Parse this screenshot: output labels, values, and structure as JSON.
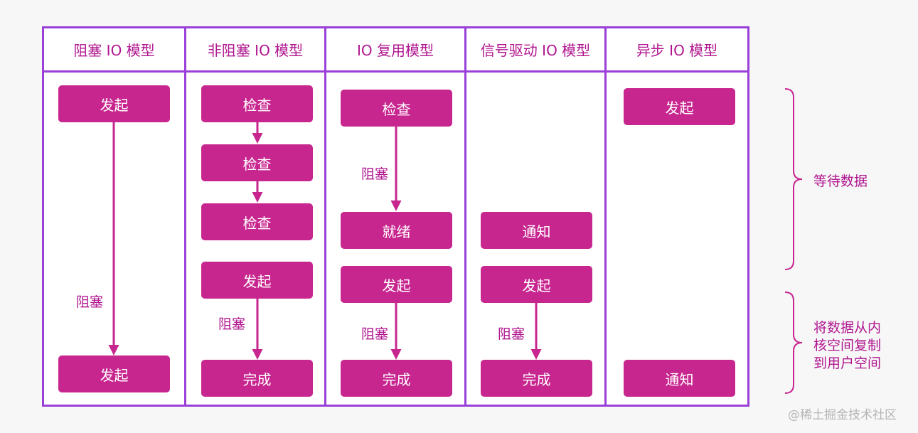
{
  "columns": [
    {
      "title": "阻塞 IO 模型",
      "boxes": [
        "发起",
        "发起"
      ],
      "labels": [
        "阻塞"
      ]
    },
    {
      "title": "非阻塞 IO 模型",
      "boxes": [
        "检查",
        "检查",
        "检查",
        "发起",
        "完成"
      ],
      "labels": [
        "阻塞"
      ]
    },
    {
      "title": "IO 复用模型",
      "boxes": [
        "检查",
        "就绪",
        "发起",
        "完成"
      ],
      "labels": [
        "阻塞",
        "阻塞"
      ]
    },
    {
      "title": "信号驱动 IO 模型",
      "boxes": [
        "通知",
        "发起",
        "完成"
      ],
      "labels": [
        "阻塞"
      ]
    },
    {
      "title": "异步 IO 模型",
      "boxes": [
        "发起",
        "通知"
      ],
      "labels": []
    }
  ],
  "phases": [
    {
      "label": "等待数据"
    },
    {
      "label_lines": [
        "将数据从内",
        "核空间复制",
        "到用户空间"
      ]
    }
  ],
  "watermark": "@稀土掘金技术社区",
  "colors": {
    "border": "#9a3fd8",
    "box_fill": "#c8268f",
    "text_accent": "#b0158f",
    "box_text": "#ffffff"
  }
}
